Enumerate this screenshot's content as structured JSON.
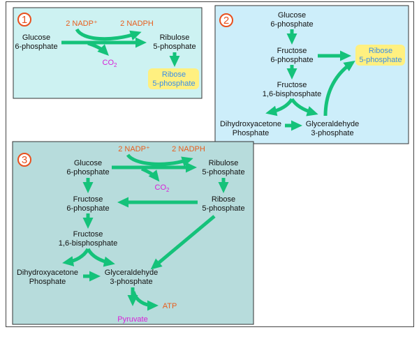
{
  "panel1": {
    "number": "1",
    "nadp": "2 NADP⁺",
    "nadph": "2 NADPH",
    "glucose6p_line1": "Glucose",
    "glucose6p_line2": "6-phosphate",
    "co2": "CO",
    "co2_sub": "2",
    "ribulose_line1": "Ribulose",
    "ribulose_line2": "5-phosphate",
    "ribose_line1": "Ribose",
    "ribose_line2": "5-phosphate"
  },
  "panel2": {
    "number": "2",
    "glucose6p_line1": "Glucose",
    "glucose6p_line2": "6-phosphate",
    "fructose6p_line1": "Fructose",
    "fructose6p_line2": "6-phosphate",
    "ribose_line1": "Ribose",
    "ribose_line2": "5-phosphate",
    "fbp_line1": "Fructose",
    "fbp_line2": "1,6-bisphosphate",
    "dhap_line1": "Dihydroxyacetone",
    "dhap_line2": "Phosphate",
    "g3p_line1": "Glyceraldehyde",
    "g3p_line2": "3-phosphate"
  },
  "panel3": {
    "number": "3",
    "nadp": "2 NADP⁺",
    "nadph": "2 NADPH",
    "glucose6p_line1": "Glucose",
    "glucose6p_line2": "6-phosphate",
    "ribulose_line1": "Ribulose",
    "ribulose_line2": "5-phosphate",
    "co2": "CO",
    "co2_sub": "2",
    "fructose6p_line1": "Fructose",
    "fructose6p_line2": "6-phosphate",
    "ribose_line1": "Ribose",
    "ribose_line2": "5-phosphate",
    "fbp_line1": "Fructose",
    "fbp_line2": "1,6-bisphosphate",
    "dhap_line1": "Dihydroxyacetone",
    "dhap_line2": "Phosphate",
    "g3p_line1": "Glyceraldehyde",
    "g3p_line2": "3-phosphate",
    "atp": "ATP",
    "pyruvate": "Pyruvate"
  },
  "colors": {
    "arrow": "#15c27a",
    "panel1_bg": "#cdf2f2",
    "panel2_bg": "#cdeefa",
    "panel3_bg": "#b7dcdc",
    "highlight": "#fff080",
    "red_text": "#e85e1e",
    "magenta_text": "#d81ed8",
    "blue_text": "#3a8ee8"
  }
}
